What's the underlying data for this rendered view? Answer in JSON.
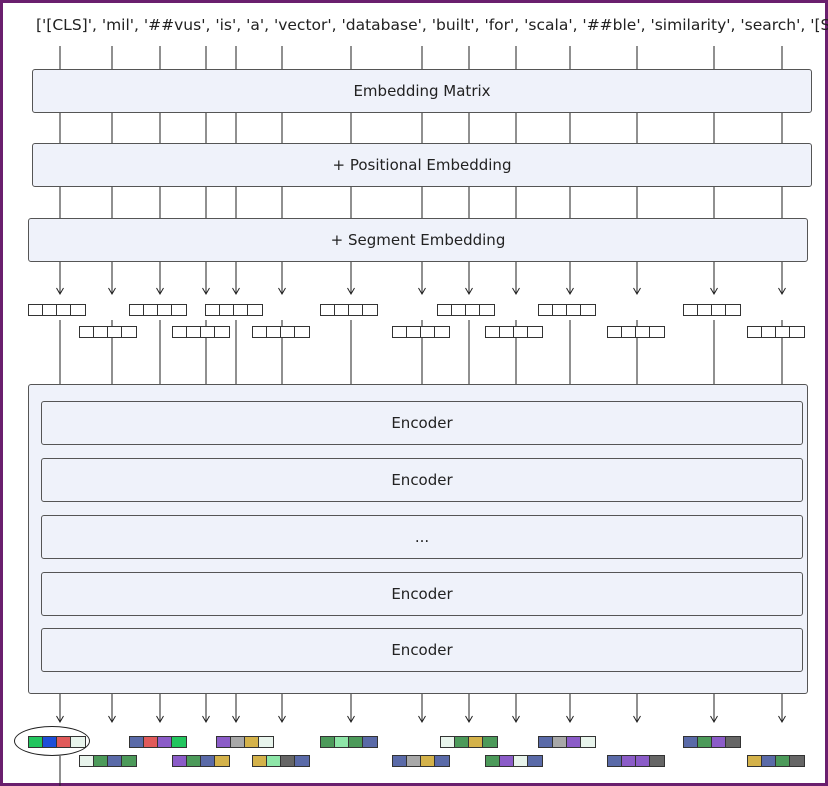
{
  "tokens_text": "['[CLS]', 'mil', '##vus', 'is', 'a', 'vector', 'database', 'built', 'for', 'scala', '##ble', 'similarity', 'search', '[SEP]']",
  "layers": {
    "embedding_matrix": "Embedding Matrix",
    "positional": "+ Positional Embedding",
    "segment": "+ Segment Embedding"
  },
  "encoders": [
    "Encoder",
    "Encoder",
    "...",
    "Encoder",
    "Encoder"
  ],
  "colors": {
    "frame": "#6a1f6e",
    "box_fill": "#eff2fa",
    "palette": [
      "#22c55e",
      "#1d4ed8",
      "#e05a5a",
      "#e8f4ec",
      "#5a6aa8",
      "#4c9a5a",
      "#8b5cc8",
      "#a8a8a8",
      "#d4b24a",
      "#8ee6a8",
      "#666666"
    ]
  }
}
